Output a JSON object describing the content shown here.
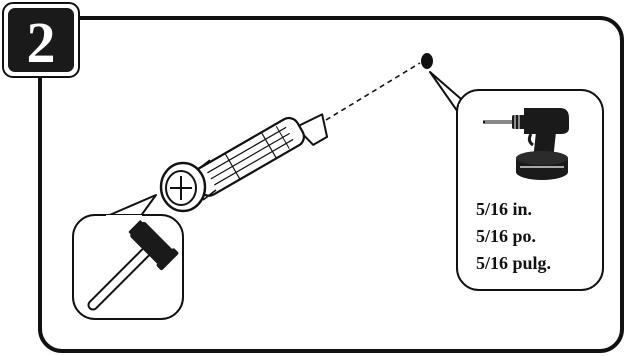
{
  "step": {
    "number": "2"
  },
  "drill_sizes": [
    "5/16 in.",
    "5/16 po.",
    "5/16 pulg."
  ],
  "icons": {
    "step_badge": "step-number-badge",
    "anchor": "wall-anchor-icon",
    "hammer": "hammer-icon",
    "drill": "power-drill-icon",
    "hole": "drill-hole-marker"
  },
  "colors": {
    "ink": "#111111",
    "badge_fill": "#1a1a1a",
    "paper": "#ffffff"
  }
}
